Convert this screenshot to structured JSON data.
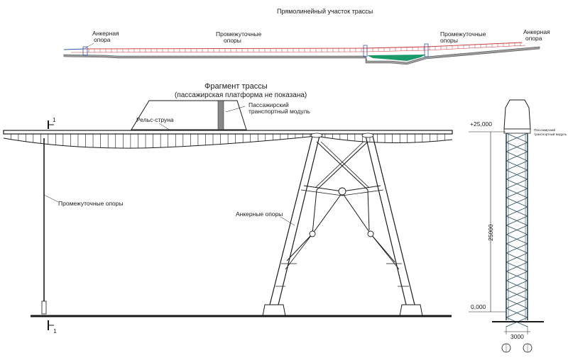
{
  "overview": {
    "title": "Прямолинейный участок трассы",
    "anchor_left_line1": "Анкерная",
    "anchor_left_line2": "опора",
    "intermediate_left_line1": "Промежуточные",
    "intermediate_left_line2": "опоры",
    "intermediate_right_line1": "Промежуточные",
    "intermediate_right_line2": "опоры",
    "anchor_right_line1": "Анкерная",
    "anchor_right_line2": "опора"
  },
  "fragment": {
    "title_line1": "Фрагмент трассы",
    "title_line2": "(пассажирская платформа не показана)",
    "rail_label": "Рельс-струна",
    "module_line1": "Пассажирский",
    "module_line2": "транспортный модуль",
    "intermediate_label": "Промежуточные опоры",
    "anchor_label": "Анкерные опоры",
    "section_top": "1",
    "section_bottom": "1"
  },
  "section_view": {
    "elevation_top": "+25,000",
    "elevation_ground": "0,000",
    "height_dim": "25000",
    "width_dim": "3000",
    "module_line1": "Пассажирский",
    "module_line2": "транспортный модуль"
  },
  "colors": {
    "line": "#1a1a1a",
    "rail_red": "#cc3333",
    "rail_blue": "#3355aa",
    "water_green": "#1a9a6a",
    "ground": "#8a8a8a",
    "tower": "#2a4a5a"
  }
}
